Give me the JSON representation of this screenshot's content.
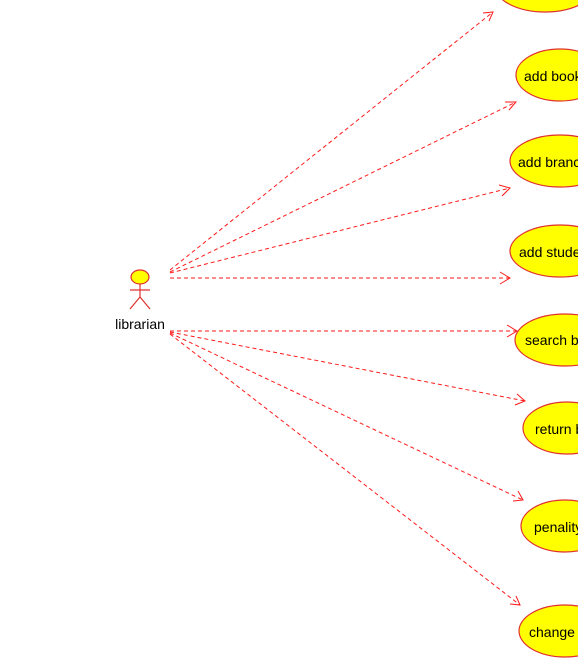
{
  "diagram": {
    "actor": {
      "label": "librarian"
    },
    "use_cases": [
      {
        "label": ""
      },
      {
        "label": "add book"
      },
      {
        "label": "add branch"
      },
      {
        "label": "add student"
      },
      {
        "label": "search book"
      },
      {
        "label": "return book"
      },
      {
        "label": "penality"
      },
      {
        "label": "change"
      }
    ],
    "colors": {
      "line": "#ff1a1a",
      "use_case_fill": "#ffff00",
      "use_case_border": "#e03030",
      "actor_fill": "#ffff00",
      "text": "#000000"
    }
  }
}
